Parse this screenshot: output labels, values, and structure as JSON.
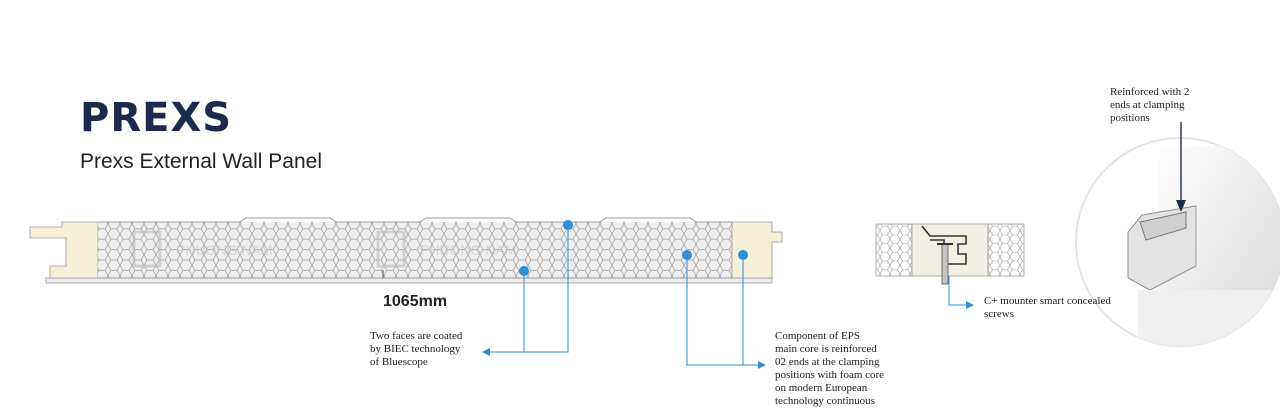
{
  "header": {
    "brand": "PREXS",
    "subtitle": "Prexs External Wall Panel"
  },
  "panel": {
    "width_label": "1065mm",
    "watermark": "PHUONG NAM"
  },
  "annotations": {
    "faces": "Two faces are coated\nby  BIEC  technology\nof Bluescope",
    "core": "Component of EPS\nmain core is reinforced\n02 ends at the clamping\npositions with foam core\non modern European\ntechnology continuous",
    "screws": "C+ mounter smart concealed\nscrews",
    "reinforced": "Reinforced with 2\nends at clamping\npositions"
  },
  "colors": {
    "brand": "#1b2a4e",
    "callout": "#2e8fd6",
    "foam": "#f6efd9",
    "eps": "#e9e9e9",
    "outline": "#9a9a9a"
  }
}
